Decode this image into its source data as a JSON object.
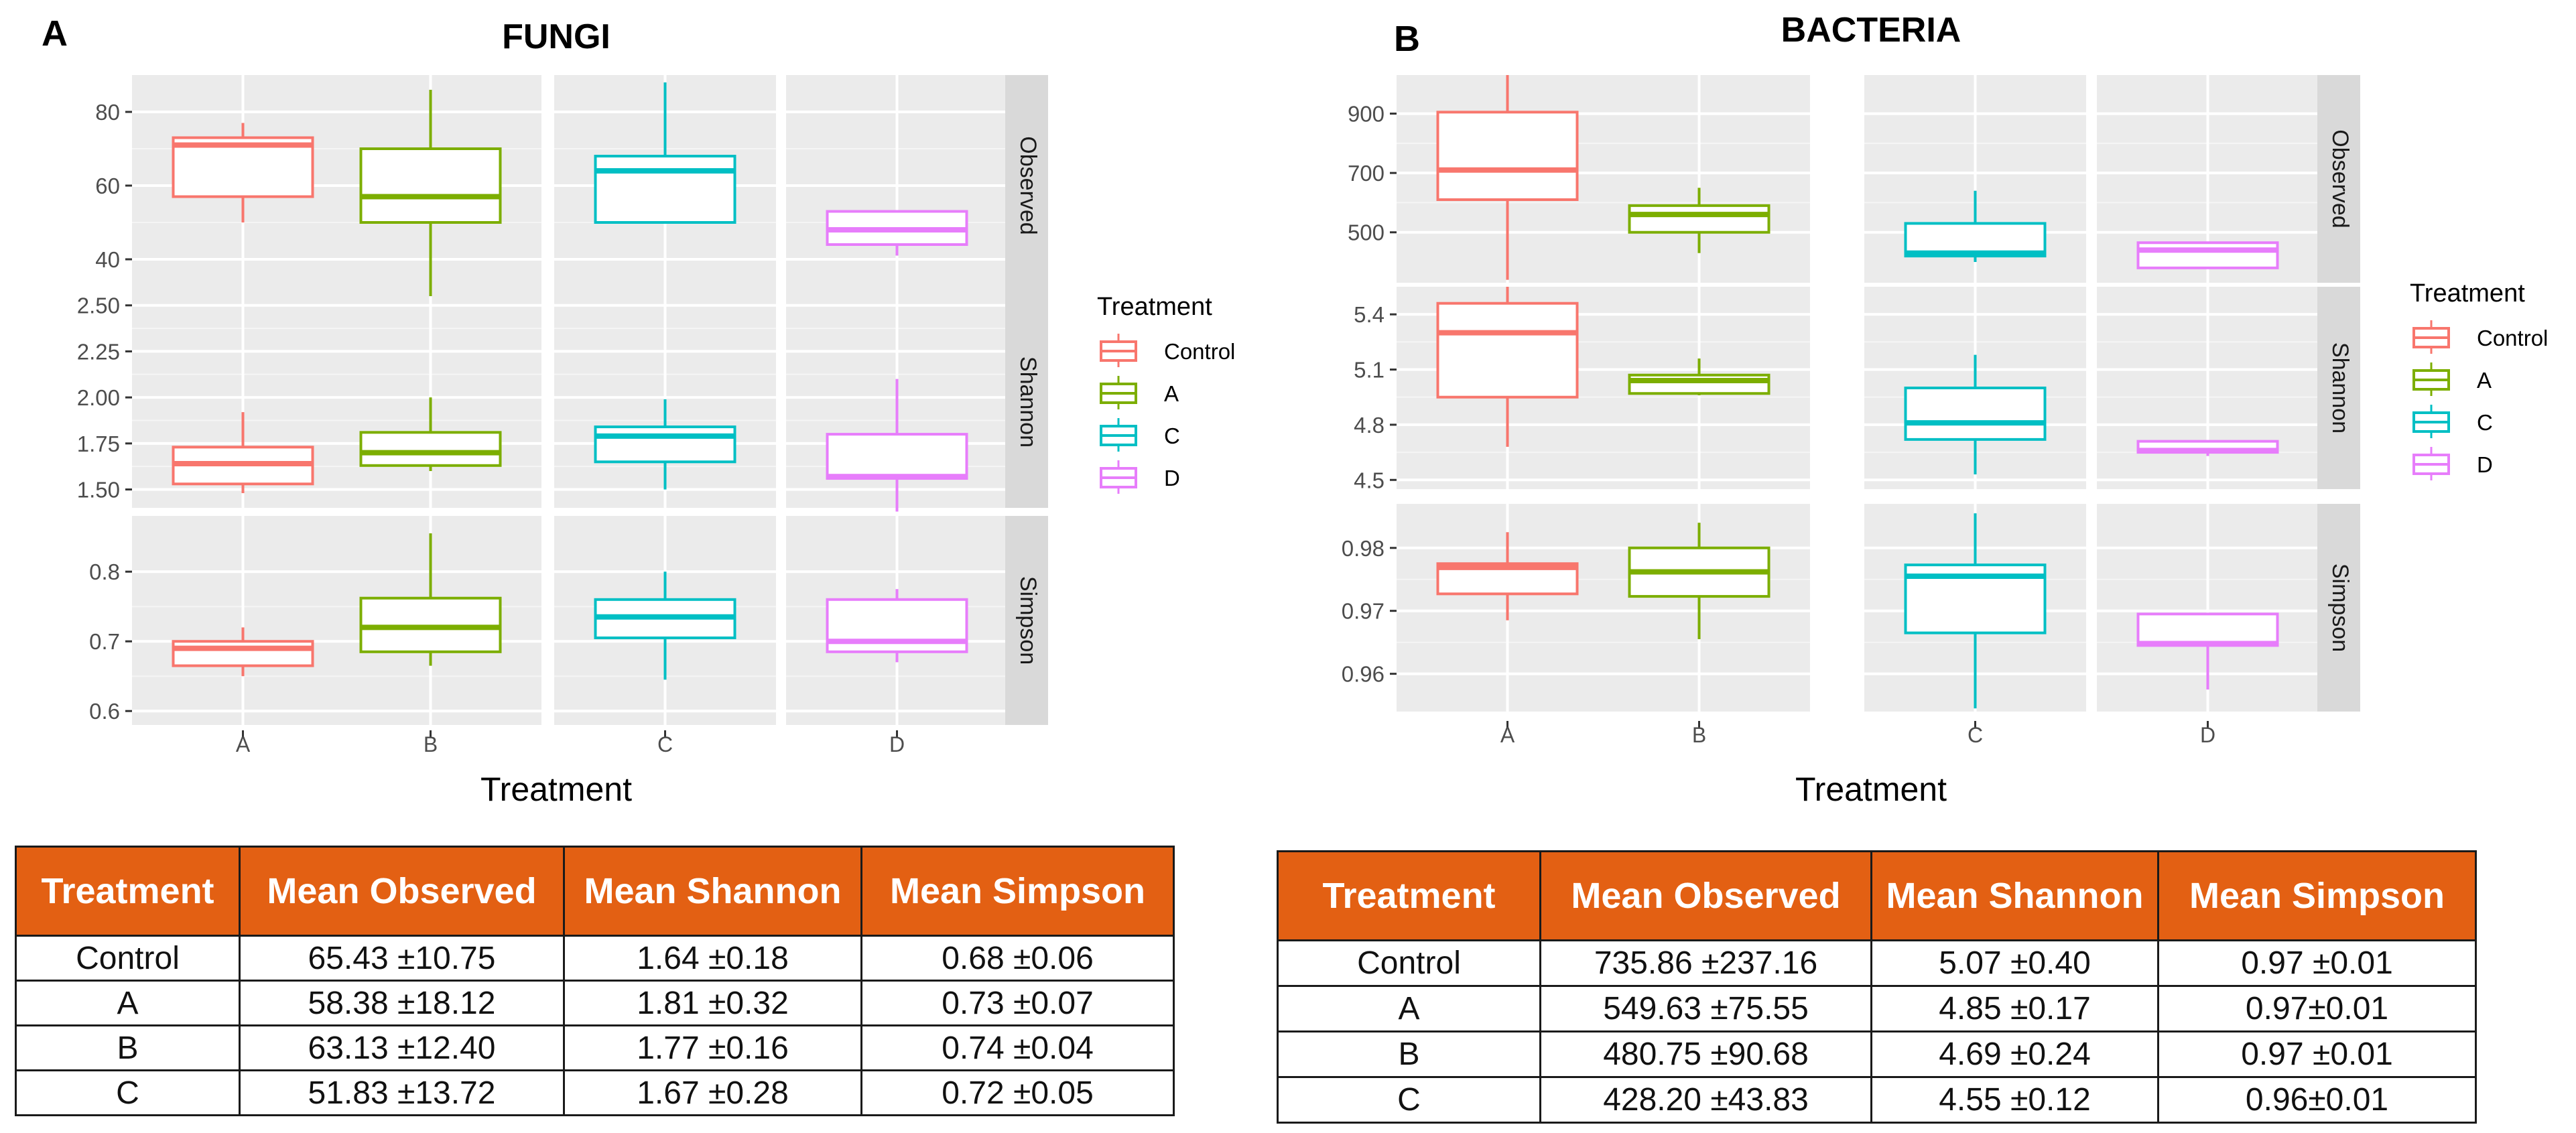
{
  "colors": {
    "Control": "#f8766d",
    "A": "#7cae00",
    "C": "#00bfc4",
    "D": "#e77dfb",
    "panel_bg": "#ebebeb",
    "strip_bg": "#d9d9d9",
    "table_header": "#e36013"
  },
  "chart_data": [
    {
      "type": "box",
      "panel_label": "A",
      "title": "FUNGI",
      "xlabel": "Treatment",
      "categories": [
        "A",
        "B",
        "C",
        "D"
      ],
      "facet_labels": [
        "Observed",
        "Shannon",
        "Simpson"
      ],
      "legend": {
        "title": "Treatment",
        "entries": [
          "Control",
          "A",
          "C",
          "D"
        ],
        "position": "right"
      },
      "grid": true,
      "facets": [
        {
          "name": "Observed",
          "ylim": [
            30,
            90
          ],
          "ticks": [
            {
              "v": 40,
              "label": "40"
            },
            {
              "v": 60,
              "label": "60"
            },
            {
              "v": 80,
              "label": "80"
            }
          ],
          "boxes": [
            {
              "category": "A",
              "series": "Control",
              "min": 50,
              "q1": 57,
              "median": 71,
              "q3": 73,
              "max": 77
            },
            {
              "category": "B",
              "series": "A",
              "min": 29,
              "q1": 50,
              "median": 57,
              "q3": 70,
              "max": 86
            },
            {
              "category": "C",
              "series": "C",
              "min": 50,
              "q1": 50,
              "median": 64,
              "q3": 68,
              "max": 88
            },
            {
              "category": "D",
              "series": "D",
              "min": 41,
              "q1": 44,
              "median": 48,
              "q3": 53,
              "max": 53
            }
          ]
        },
        {
          "name": "Shannon",
          "ylim": [
            1.4,
            2.55
          ],
          "ticks": [
            {
              "v": 1.5,
              "label": "1.50"
            },
            {
              "v": 1.75,
              "label": "1.75"
            },
            {
              "v": 2.0,
              "label": "2.00"
            },
            {
              "v": 2.25,
              "label": "2.25"
            },
            {
              "v": 2.5,
              "label": "2.50"
            }
          ],
          "boxes": [
            {
              "category": "A",
              "series": "Control",
              "min": 1.48,
              "q1": 1.53,
              "median": 1.64,
              "q3": 1.73,
              "max": 1.92
            },
            {
              "category": "B",
              "series": "A",
              "min": 1.6,
              "q1": 1.63,
              "median": 1.7,
              "q3": 1.81,
              "max": 2.0
            },
            {
              "category": "C",
              "series": "C",
              "min": 1.5,
              "q1": 1.65,
              "median": 1.79,
              "q3": 1.84,
              "max": 1.99
            },
            {
              "category": "D",
              "series": "D",
              "min": 1.38,
              "q1": 1.56,
              "median": 1.57,
              "q3": 1.8,
              "max": 2.1
            }
          ]
        },
        {
          "name": "Simpson",
          "ylim": [
            0.58,
            0.88
          ],
          "ticks": [
            {
              "v": 0.6,
              "label": "0.6"
            },
            {
              "v": 0.7,
              "label": "0.7"
            },
            {
              "v": 0.8,
              "label": "0.8"
            }
          ],
          "boxes": [
            {
              "category": "A",
              "series": "Control",
              "min": 0.65,
              "q1": 0.665,
              "median": 0.69,
              "q3": 0.7,
              "max": 0.72
            },
            {
              "category": "B",
              "series": "A",
              "min": 0.665,
              "q1": 0.685,
              "median": 0.72,
              "q3": 0.762,
              "max": 0.855
            },
            {
              "category": "C",
              "series": "C",
              "min": 0.645,
              "q1": 0.705,
              "median": 0.735,
              "q3": 0.76,
              "max": 0.8
            },
            {
              "category": "D",
              "series": "D",
              "min": 0.67,
              "q1": 0.685,
              "median": 0.7,
              "q3": 0.76,
              "max": 0.775
            }
          ]
        }
      ],
      "table": {
        "headers": [
          "Treatment",
          "Mean Observed",
          "Mean Shannon",
          "Mean Simpson"
        ],
        "rows": [
          [
            "Control",
            "65.43 ±10.75",
            "1.64 ±0.18",
            "0.68 ±0.06"
          ],
          [
            "A",
            "58.38 ±18.12",
            "1.81 ±0.32",
            "0.73 ±0.07"
          ],
          [
            "B",
            "63.13 ±12.40",
            "1.77 ±0.16",
            "0.74 ±0.04"
          ],
          [
            "C",
            "51.83 ±13.72",
            "1.67 ±0.28",
            "0.72 ±0.05"
          ]
        ]
      }
    },
    {
      "type": "box",
      "panel_label": "B",
      "title": "BACTERIA",
      "xlabel": "Treatment",
      "categories": [
        "A",
        "B",
        "C",
        "D"
      ],
      "facet_labels": [
        "Observed",
        "Shannon",
        "Simpson"
      ],
      "legend": {
        "title": "Treatment",
        "entries": [
          "Control",
          "A",
          "C",
          "D"
        ],
        "position": "right"
      },
      "grid": true,
      "facets": [
        {
          "name": "Observed",
          "ylim": [
            330,
            1030
          ],
          "ticks": [
            {
              "v": 500,
              "label": "500"
            },
            {
              "v": 700,
              "label": "700"
            },
            {
              "v": 900,
              "label": "900"
            }
          ],
          "boxes": [
            {
              "category": "A",
              "series": "Control",
              "min": 340,
              "q1": 610,
              "median": 710,
              "q3": 905,
              "max": 1030
            },
            {
              "category": "B",
              "series": "A",
              "min": 430,
              "q1": 500,
              "median": 560,
              "q3": 590,
              "max": 650
            },
            {
              "category": "C",
              "series": "C",
              "min": 400,
              "q1": 420,
              "median": 430,
              "q3": 530,
              "max": 640
            },
            {
              "category": "D",
              "series": "D",
              "min": 380,
              "q1": 380,
              "median": 440,
              "q3": 465,
              "max": 465
            }
          ]
        },
        {
          "name": "Shannon",
          "ylim": [
            4.45,
            5.55
          ],
          "ticks": [
            {
              "v": 4.5,
              "label": "4.5"
            },
            {
              "v": 4.8,
              "label": "4.8"
            },
            {
              "v": 5.1,
              "label": "5.1"
            },
            {
              "v": 5.4,
              "label": "5.4"
            }
          ],
          "boxes": [
            {
              "category": "A",
              "series": "Control",
              "min": 4.68,
              "q1": 4.95,
              "median": 5.3,
              "q3": 5.46,
              "max": 5.55
            },
            {
              "category": "B",
              "series": "A",
              "min": 4.96,
              "q1": 4.97,
              "median": 5.04,
              "q3": 5.07,
              "max": 5.16
            },
            {
              "category": "C",
              "series": "C",
              "min": 4.53,
              "q1": 4.72,
              "median": 4.81,
              "q3": 5.0,
              "max": 5.18
            },
            {
              "category": "D",
              "series": "D",
              "min": 4.63,
              "q1": 4.65,
              "median": 4.66,
              "q3": 4.71,
              "max": 4.71
            }
          ]
        },
        {
          "name": "Simpson",
          "ylim": [
            0.954,
            0.987
          ],
          "ticks": [
            {
              "v": 0.96,
              "label": "0.96"
            },
            {
              "v": 0.97,
              "label": "0.97"
            },
            {
              "v": 0.98,
              "label": "0.98"
            }
          ],
          "boxes": [
            {
              "category": "A",
              "series": "Control",
              "min": 0.9685,
              "q1": 0.9727,
              "median": 0.9769,
              "q3": 0.9775,
              "max": 0.9825
            },
            {
              "category": "B",
              "series": "A",
              "min": 0.9655,
              "q1": 0.9723,
              "median": 0.9762,
              "q3": 0.98,
              "max": 0.984
            },
            {
              "category": "C",
              "series": "C",
              "min": 0.9545,
              "q1": 0.9665,
              "median": 0.9755,
              "q3": 0.9773,
              "max": 0.9855
            },
            {
              "category": "D",
              "series": "D",
              "min": 0.9575,
              "q1": 0.9645,
              "median": 0.9648,
              "q3": 0.9695,
              "max": 0.9695
            }
          ]
        }
      ],
      "table": {
        "headers": [
          "Treatment",
          "Mean Observed",
          "Mean Shannon",
          "Mean Simpson"
        ],
        "rows": [
          [
            "Control",
            "735.86 ±237.16",
            "5.07 ±0.40",
            "0.97 ±0.01"
          ],
          [
            "A",
            "549.63 ±75.55",
            "4.85 ±0.17",
            "0.97±0.01"
          ],
          [
            "B",
            "480.75 ±90.68",
            "4.69 ±0.24",
            "0.97 ±0.01"
          ],
          [
            "C",
            "428.20 ±43.83",
            "4.55 ±0.12",
            "0.96±0.01"
          ]
        ]
      }
    }
  ]
}
